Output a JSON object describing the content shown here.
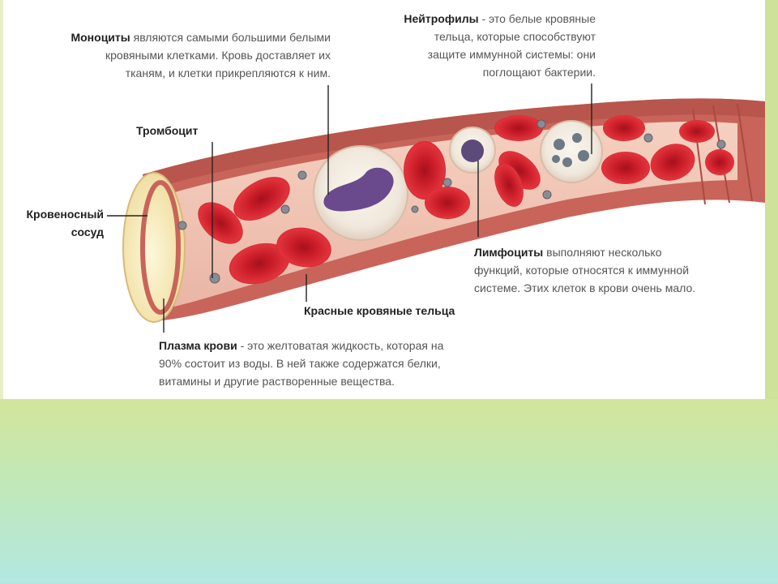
{
  "monocytes": {
    "term": "Моноциты",
    "line1_rest": " являются самыми большими белыми",
    "line2": "кровяными клетками. Кровь доставляет их",
    "line3": "тканям, и клетки прикрепляются к ним."
  },
  "neutrophils": {
    "term": "Нейтрофилы",
    "line1_rest": " - это белые кровяные",
    "line2": "тельца, которые способствуют",
    "line3": "защите иммунной системы: они",
    "line4": "поглощают бактерии."
  },
  "platelet": {
    "label": "Тромбоцит"
  },
  "vessel": {
    "line1": "Кровеносный",
    "line2": "сосуд"
  },
  "lymphocytes": {
    "term": "Лимфоциты",
    "line1_rest": " выполняют несколько",
    "line2": "функций, которые относятся к иммунной",
    "line3": "системе. Этих клеток в крови очень мало."
  },
  "red_cells": {
    "label": "Красные кровяные тельца"
  },
  "plasma": {
    "term": "Плазма крови",
    "line1_rest": " - это желтоватая жидкость, которая на",
    "line2": "90% состоит из воды. В ней также содержатся белки,",
    "line3": "витамины и другие растворенные вещества."
  },
  "colors": {
    "vessel_wall": "#c9645a",
    "red_cell": "#d2232e",
    "plasma": "#f6eab6",
    "background_green": "#c8e6a8"
  }
}
